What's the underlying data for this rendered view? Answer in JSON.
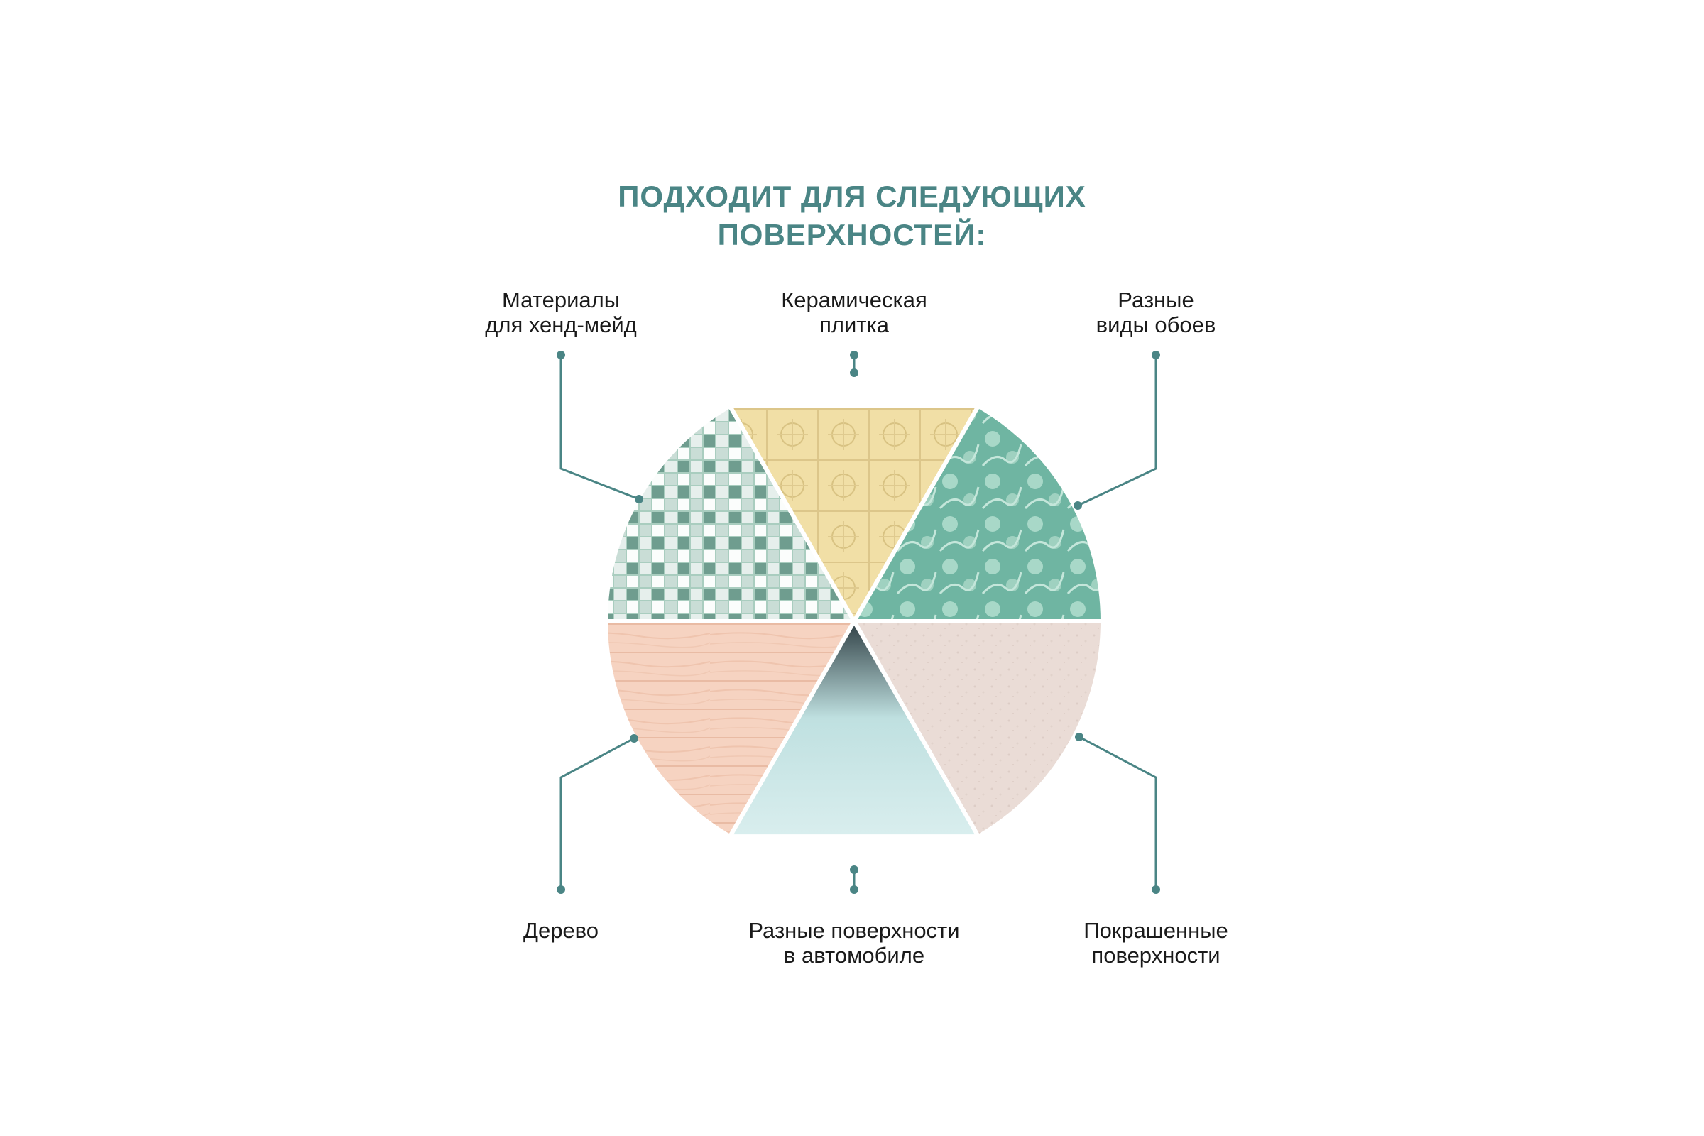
{
  "title": {
    "line1": "ПОДХОДИТ ДЛЯ СЛЕДУЮЩИХ",
    "line2": "ПОВЕРХНОСТЕЙ:"
  },
  "accent_color": "#4a8585",
  "segments": [
    {
      "id": "handmade",
      "label_line1": "Материалы",
      "label_line2": "для хенд-мейд",
      "texture": "mirror-mosaic-disco-balls",
      "color": "#a9cdbf"
    },
    {
      "id": "ceramic",
      "label_line1": "Керамическая",
      "label_line2": "плитка",
      "texture": "ornamental-ceramic-tiles",
      "color": "#f1dfa6"
    },
    {
      "id": "wallpaper",
      "label_line1": "Разные",
      "label_line2": "виды обоев",
      "texture": "floral-wallpaper",
      "color": "#6fb5a2"
    },
    {
      "id": "painted",
      "label_line1": "Покрашенные",
      "label_line2": "поверхности",
      "texture": "painted-plaster",
      "color": "#eadcd6"
    },
    {
      "id": "car",
      "label_line1": "Разные поверхности",
      "label_line2": "в автомобиле",
      "texture": "car-headlight",
      "color": "#bfe0e0"
    },
    {
      "id": "wood",
      "label_line1": "Дерево",
      "label_line2": "",
      "texture": "wood-planks",
      "color": "#f6d3c1"
    }
  ]
}
